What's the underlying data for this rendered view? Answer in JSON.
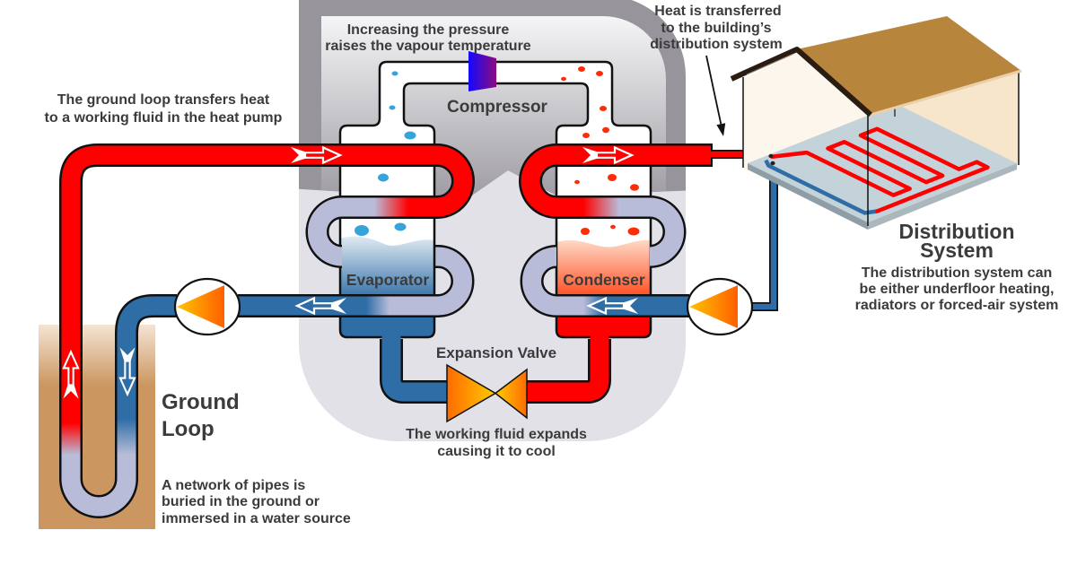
{
  "captions": {
    "ground_loop_transfer": [
      "The ground loop transfers heat",
      "to a working fluid in the heat pump"
    ],
    "pressure": [
      "Increasing the pressure",
      "raises the vapour temperature"
    ],
    "heat_transfer": [
      "Heat is transferred",
      "to the building’s",
      "distribution system"
    ],
    "expansion": [
      "The working fluid expands",
      "causing it to cool"
    ]
  },
  "components": {
    "compressor": "Compressor",
    "evaporator": "Evaporator",
    "condenser": "Condenser",
    "expansion_valve": "Expansion Valve"
  },
  "sections": {
    "ground_loop": {
      "title": [
        "Ground",
        "Loop"
      ],
      "description": [
        "A network of pipes is",
        "buried in the ground or",
        "immersed in a water source"
      ]
    },
    "distribution": {
      "title": [
        "Distribution",
        "System"
      ],
      "description": [
        "The distribution system can",
        "be either underfloor heating,",
        "radiators or forced-air system"
      ]
    }
  },
  "icons": [
    "flow-arrow-icon",
    "pump-icon",
    "compressor-icon",
    "expansion-valve-icon",
    "house-icon"
  ],
  "colors": {
    "hot": "#ff0000",
    "cold": "#2f6da6",
    "neutral": "#b8bcd9",
    "text": "#3b3b3b",
    "outline": "#111111"
  }
}
